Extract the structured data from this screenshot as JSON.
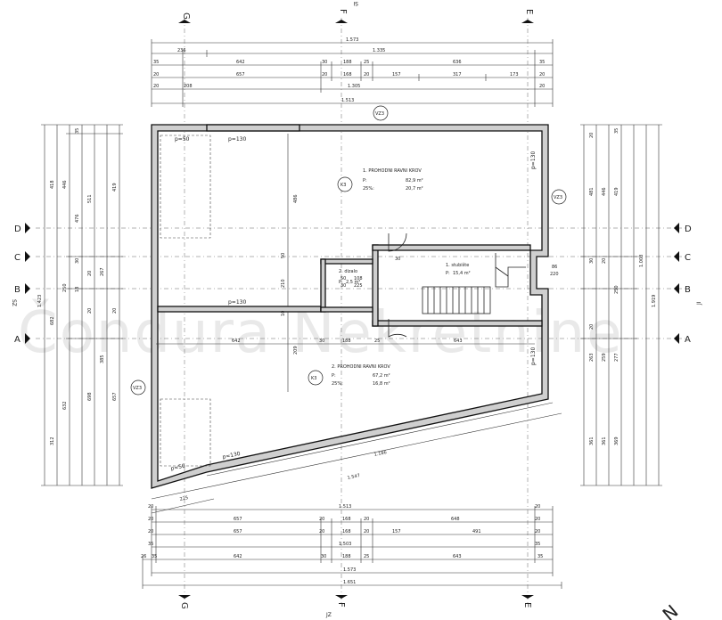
{
  "watermark": "Čondura Nekretnine",
  "axes": {
    "top": [
      {
        "label": "G"
      },
      {
        "label": "F"
      },
      {
        "label": "E"
      }
    ],
    "bottom": [
      {
        "label": "G"
      },
      {
        "label": "F"
      },
      {
        "label": "E"
      }
    ],
    "left": [
      {
        "label": "D"
      },
      {
        "label": "C"
      },
      {
        "label": "B"
      },
      {
        "label": "A"
      }
    ],
    "right": [
      {
        "label": "D"
      },
      {
        "label": "C"
      },
      {
        "label": "B"
      },
      {
        "label": "A"
      }
    ]
  },
  "orientation": {
    "top": "SI",
    "bottom": "JZ",
    "left": "SZ",
    "right": "JI",
    "north": "N"
  },
  "rooms": [
    {
      "name": "1. PROHODNI RAVNI KROV",
      "area_label": "P:",
      "area": "82,9 m²",
      "pct_label": "25%:",
      "pct_value": "20,7 m²",
      "tag": "K3"
    },
    {
      "name": "2. PROHODNI RAVNI KROV",
      "area_label": "P:",
      "area": "67,2 m²",
      "pct_label": "25%:",
      "pct_value": "16,8 m²",
      "tag": "K3"
    },
    {
      "name": "1. stubište",
      "area_label": "P:",
      "area": "15,4 m²"
    },
    {
      "name": "2. dizalo",
      "area_label": "P:",
      "area": "2,5 m²"
    }
  ],
  "tags": [
    "VZ3",
    "VZ3",
    "VZ3"
  ],
  "parapets": [
    "p=50",
    "p=130",
    "p=130",
    "p=130",
    "p=130",
    "p=130",
    "p=50"
  ],
  "top_dimensions": {
    "row1": [
      "1.573"
    ],
    "row2": [
      "236",
      "1.335"
    ],
    "row3": [
      "35",
      "642",
      "30",
      "188",
      "25",
      "636",
      "35"
    ],
    "row4": [
      "20",
      "657",
      "20",
      "168",
      "20",
      "157",
      "317",
      "173",
      "20"
    ],
    "row5": [
      "20",
      "208",
      "1.305",
      "20"
    ],
    "row6": [
      "1.513"
    ]
  },
  "bottom_dimensions": {
    "row1": [
      "20",
      "1.513",
      "20"
    ],
    "row2": [
      "20",
      "657",
      "20",
      "168",
      "20",
      "648",
      "20"
    ],
    "row3": [
      "20",
      "657",
      "20",
      "168",
      "20",
      "157",
      "491",
      "20"
    ],
    "row4": [
      "35",
      "1.503",
      "35"
    ],
    "row5": [
      "26",
      "35",
      "642",
      "30",
      "188",
      "25",
      "643",
      "35"
    ],
    "row6": [
      "1.573"
    ],
    "row7": [
      "1.651"
    ]
  },
  "left_dimensions": [
    "418",
    "446",
    "476",
    "511",
    "419",
    "682",
    "1.423",
    "632",
    "698",
    "657",
    "385",
    "312",
    "30",
    "20",
    "250",
    "18",
    "20",
    "267",
    "20",
    "35"
  ],
  "right_dimensions": [
    "20",
    "35",
    "481",
    "446",
    "419",
    "1.008",
    "1.919",
    "30",
    "20",
    "250",
    "20",
    "263",
    "259",
    "277",
    "361",
    "361",
    "369"
  ],
  "interior_dimensions": [
    "486",
    "210",
    "50",
    "10",
    "209",
    "642",
    "30",
    "188",
    "25",
    "643",
    "108",
    "225",
    "50",
    "30",
    "30",
    "86",
    "220",
    "1.186",
    "1.547",
    "225"
  ]
}
